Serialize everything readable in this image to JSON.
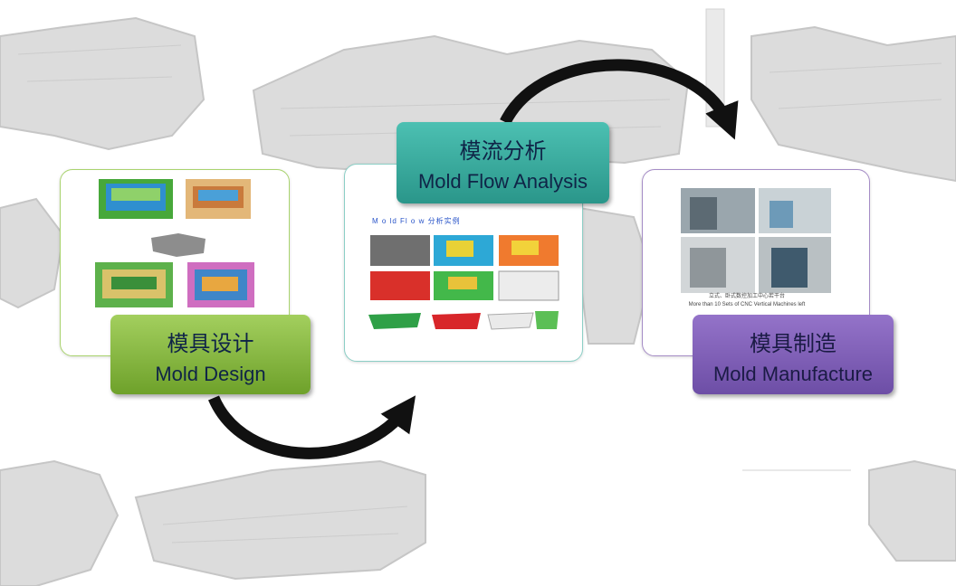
{
  "steps": {
    "design": {
      "cn": "模具设计",
      "en": "Mold Design"
    },
    "flow": {
      "cn": "模流分析",
      "en": "Mold Flow Analysis"
    },
    "mfg": {
      "cn": "模具制造",
      "en": "Mold Manufacture"
    }
  },
  "flow_card": {
    "title": "M o ld Fl o w  分析实例"
  },
  "mfg_card": {
    "caption_cn": "立式、卧式数控加工中心若干台",
    "caption_en": "More than 10 Sets of CNC Vertical Machines left"
  },
  "colors": {
    "design": "#8fbf3f",
    "flow": "#35a99c",
    "mfg": "#7d5cb6",
    "arrow": "#111111"
  }
}
